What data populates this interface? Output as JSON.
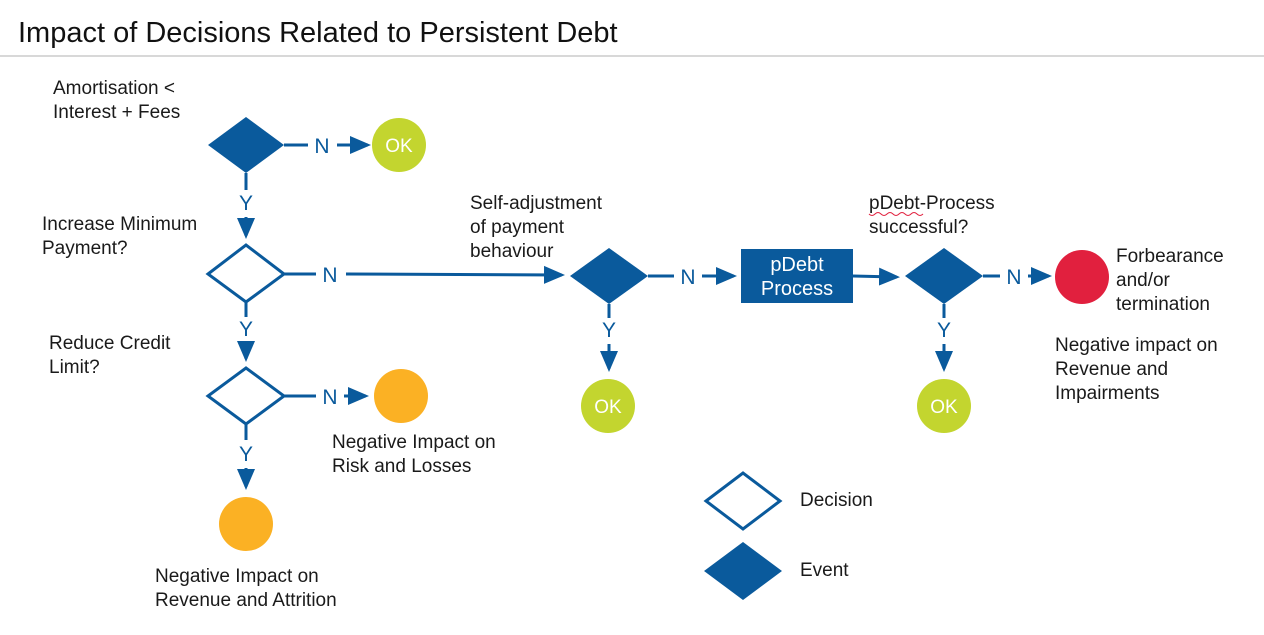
{
  "title": "Impact of Decisions Related to Persistent Debt",
  "labels": {
    "amortisation_1": "Amortisation <",
    "amortisation_2": "Interest + Fees",
    "increase_min_1": "Increase Minimum",
    "increase_min_2": "Payment?",
    "reduce_limit_1": "Reduce Credit",
    "reduce_limit_2": "Limit?",
    "self_adjust_1": "Self-adjustment",
    "self_adjust_2": "of payment",
    "self_adjust_3": "behaviour",
    "pdebt_success_1": "pDebt-Process",
    "pdebt_success_2": "successful?",
    "forbearance_1": "Forbearance",
    "forbearance_2": "and/or",
    "forbearance_3": "termination",
    "neg_rev_imp_1": "Negative impact on",
    "neg_rev_imp_2": "Revenue and",
    "neg_rev_imp_3": "Impairments",
    "neg_risk_1": "Negative Impact on",
    "neg_risk_2": "Risk and Losses",
    "neg_rev_att_1": "Negative Impact on",
    "neg_rev_att_2": "Revenue and Attrition"
  },
  "process_box": {
    "line1": "pDebt",
    "line2": "Process"
  },
  "ok": "OK",
  "yes": "Y",
  "no": "N",
  "legend": {
    "decision": "Decision",
    "event": "Event"
  },
  "colors": {
    "blue": "#0a5a9c",
    "ok_green": "#c3d52f",
    "orange": "#fbb124",
    "red": "#e1203e",
    "rule": "#cccccc"
  }
}
